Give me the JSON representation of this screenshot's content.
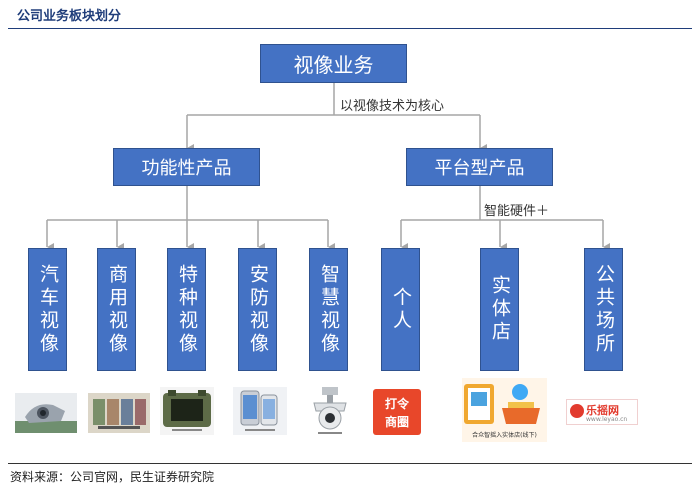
{
  "header": {
    "title": "公司业务板块划分"
  },
  "root": {
    "label": "视像业务"
  },
  "root_note": "以视像技术为核心",
  "categories": [
    {
      "label": "功能性产品"
    },
    {
      "label": "平台型产品"
    }
  ],
  "platform_note": "智能硬件＋",
  "functional_items": [
    {
      "label": "汽车视像"
    },
    {
      "label": "商用视像"
    },
    {
      "label": "特种视像"
    },
    {
      "label": "安防视像"
    },
    {
      "label": "智慧视像"
    }
  ],
  "platform_items": [
    {
      "label": "个人"
    },
    {
      "label": "实体店"
    },
    {
      "label": "公共场所"
    }
  ],
  "thumbnails": {
    "dalingshangquan_line1": "打令",
    "dalingshangquan_line2": "商圈",
    "leyao_brand": "乐摇网",
    "leyao_url": "www.leyao.cn",
    "shop_caption": "合众智摇入实体店(线下)"
  },
  "footer": {
    "source": "资料来源：公司官网，民生证券研究院"
  },
  "colors": {
    "box_fill": "#4472c4",
    "box_border": "#2f528f",
    "connector": "#a6a6a6",
    "header": "#1f3d7a"
  }
}
